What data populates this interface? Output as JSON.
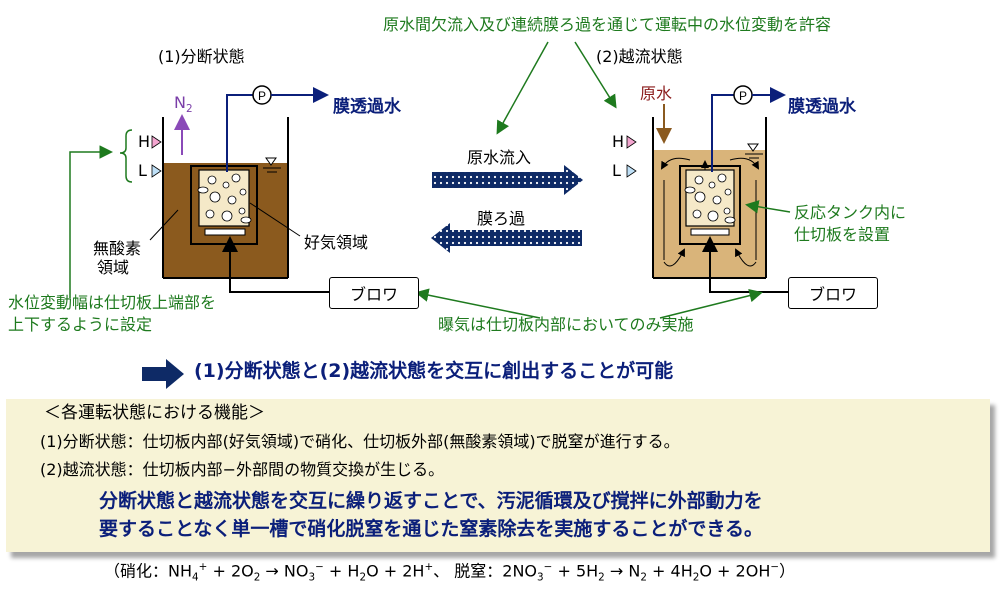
{
  "top_note": "原水間欠流入及び連続膜ろ過を通じて運転中の水位変動を許容",
  "state1": {
    "title": "(1)分断状態",
    "gas": "N",
    "gas_sub": "2",
    "permeate": "膜透過水",
    "level_high": "H",
    "level_low": "L",
    "anoxic_line1": "無酸素",
    "anoxic_line2": "領域",
    "aerobic": "好気領域",
    "blower": "ブロワ"
  },
  "state2": {
    "title": "(2)越流状態",
    "raw_water": "原水",
    "permeate": "膜透過水",
    "level_high": "H",
    "level_low": "L",
    "partition_note_line1": "反応タンク内に",
    "partition_note_line2": "仕切板を設置",
    "blower": "ブロワ"
  },
  "middle": {
    "inflow_label": "原水流入",
    "filtration_label": "膜ろ過"
  },
  "water_level_note_line1": "水位変動幅は仕切板上端部を",
  "water_level_note_line2": "上下するように設定",
  "aeration_note": "曝気は仕切板内部においてのみ実施",
  "headline": "(1)分断状態と(2)越流状態を交互に創出することが可能",
  "summary": {
    "heading": "＜各運転状態における機能＞",
    "line1": "(1)分断状態：仕切板内部(好気領域)で硝化、仕切板外部(無酸素領域)で脱窒が進行する。",
    "line2": "(2)越流状態：仕切板内部−外部間の物質交換が生じる。",
    "conclusion_line1": "分断状態と越流状態を交互に繰り返すことで、汚泥循環及び撹拌に外部動力を",
    "conclusion_line2": "要することなく単一槽で硝化脱窒を通じた窒素除去を実施することができる。"
  },
  "formula": {
    "open": "（硝化：NH",
    "nh_sub": "4",
    "nh_sup": "+",
    "part2": " + 2O",
    "o2_sub": "2",
    "arrow1": " → NO",
    "no3_sub": "3",
    "no3_sup": "−",
    "part3": " + H",
    "h2o_sub": "2",
    "part4": "O + 2H",
    "h_sup": "+",
    "part5": "、 脱窒：2NO",
    "no3b_sub": "3",
    "no3b_sup": "−",
    "part6": " + 5H",
    "h2_sub": "2",
    "arrow2": " → N",
    "n2_sub": "2",
    "part7": " + 4H",
    "h2o2_sub": "2",
    "part8": "O + 2OH",
    "oh_sup": "−",
    "close": "）"
  },
  "colors": {
    "sludge_dark": "#8b5a1e",
    "sludge_light": "#d9b47a",
    "membrane_fill": "#f5e9c8",
    "accent_navy": "#0b1f7a",
    "note_green": "#1e7a1e",
    "summary_bg": "#f7f3d6"
  }
}
